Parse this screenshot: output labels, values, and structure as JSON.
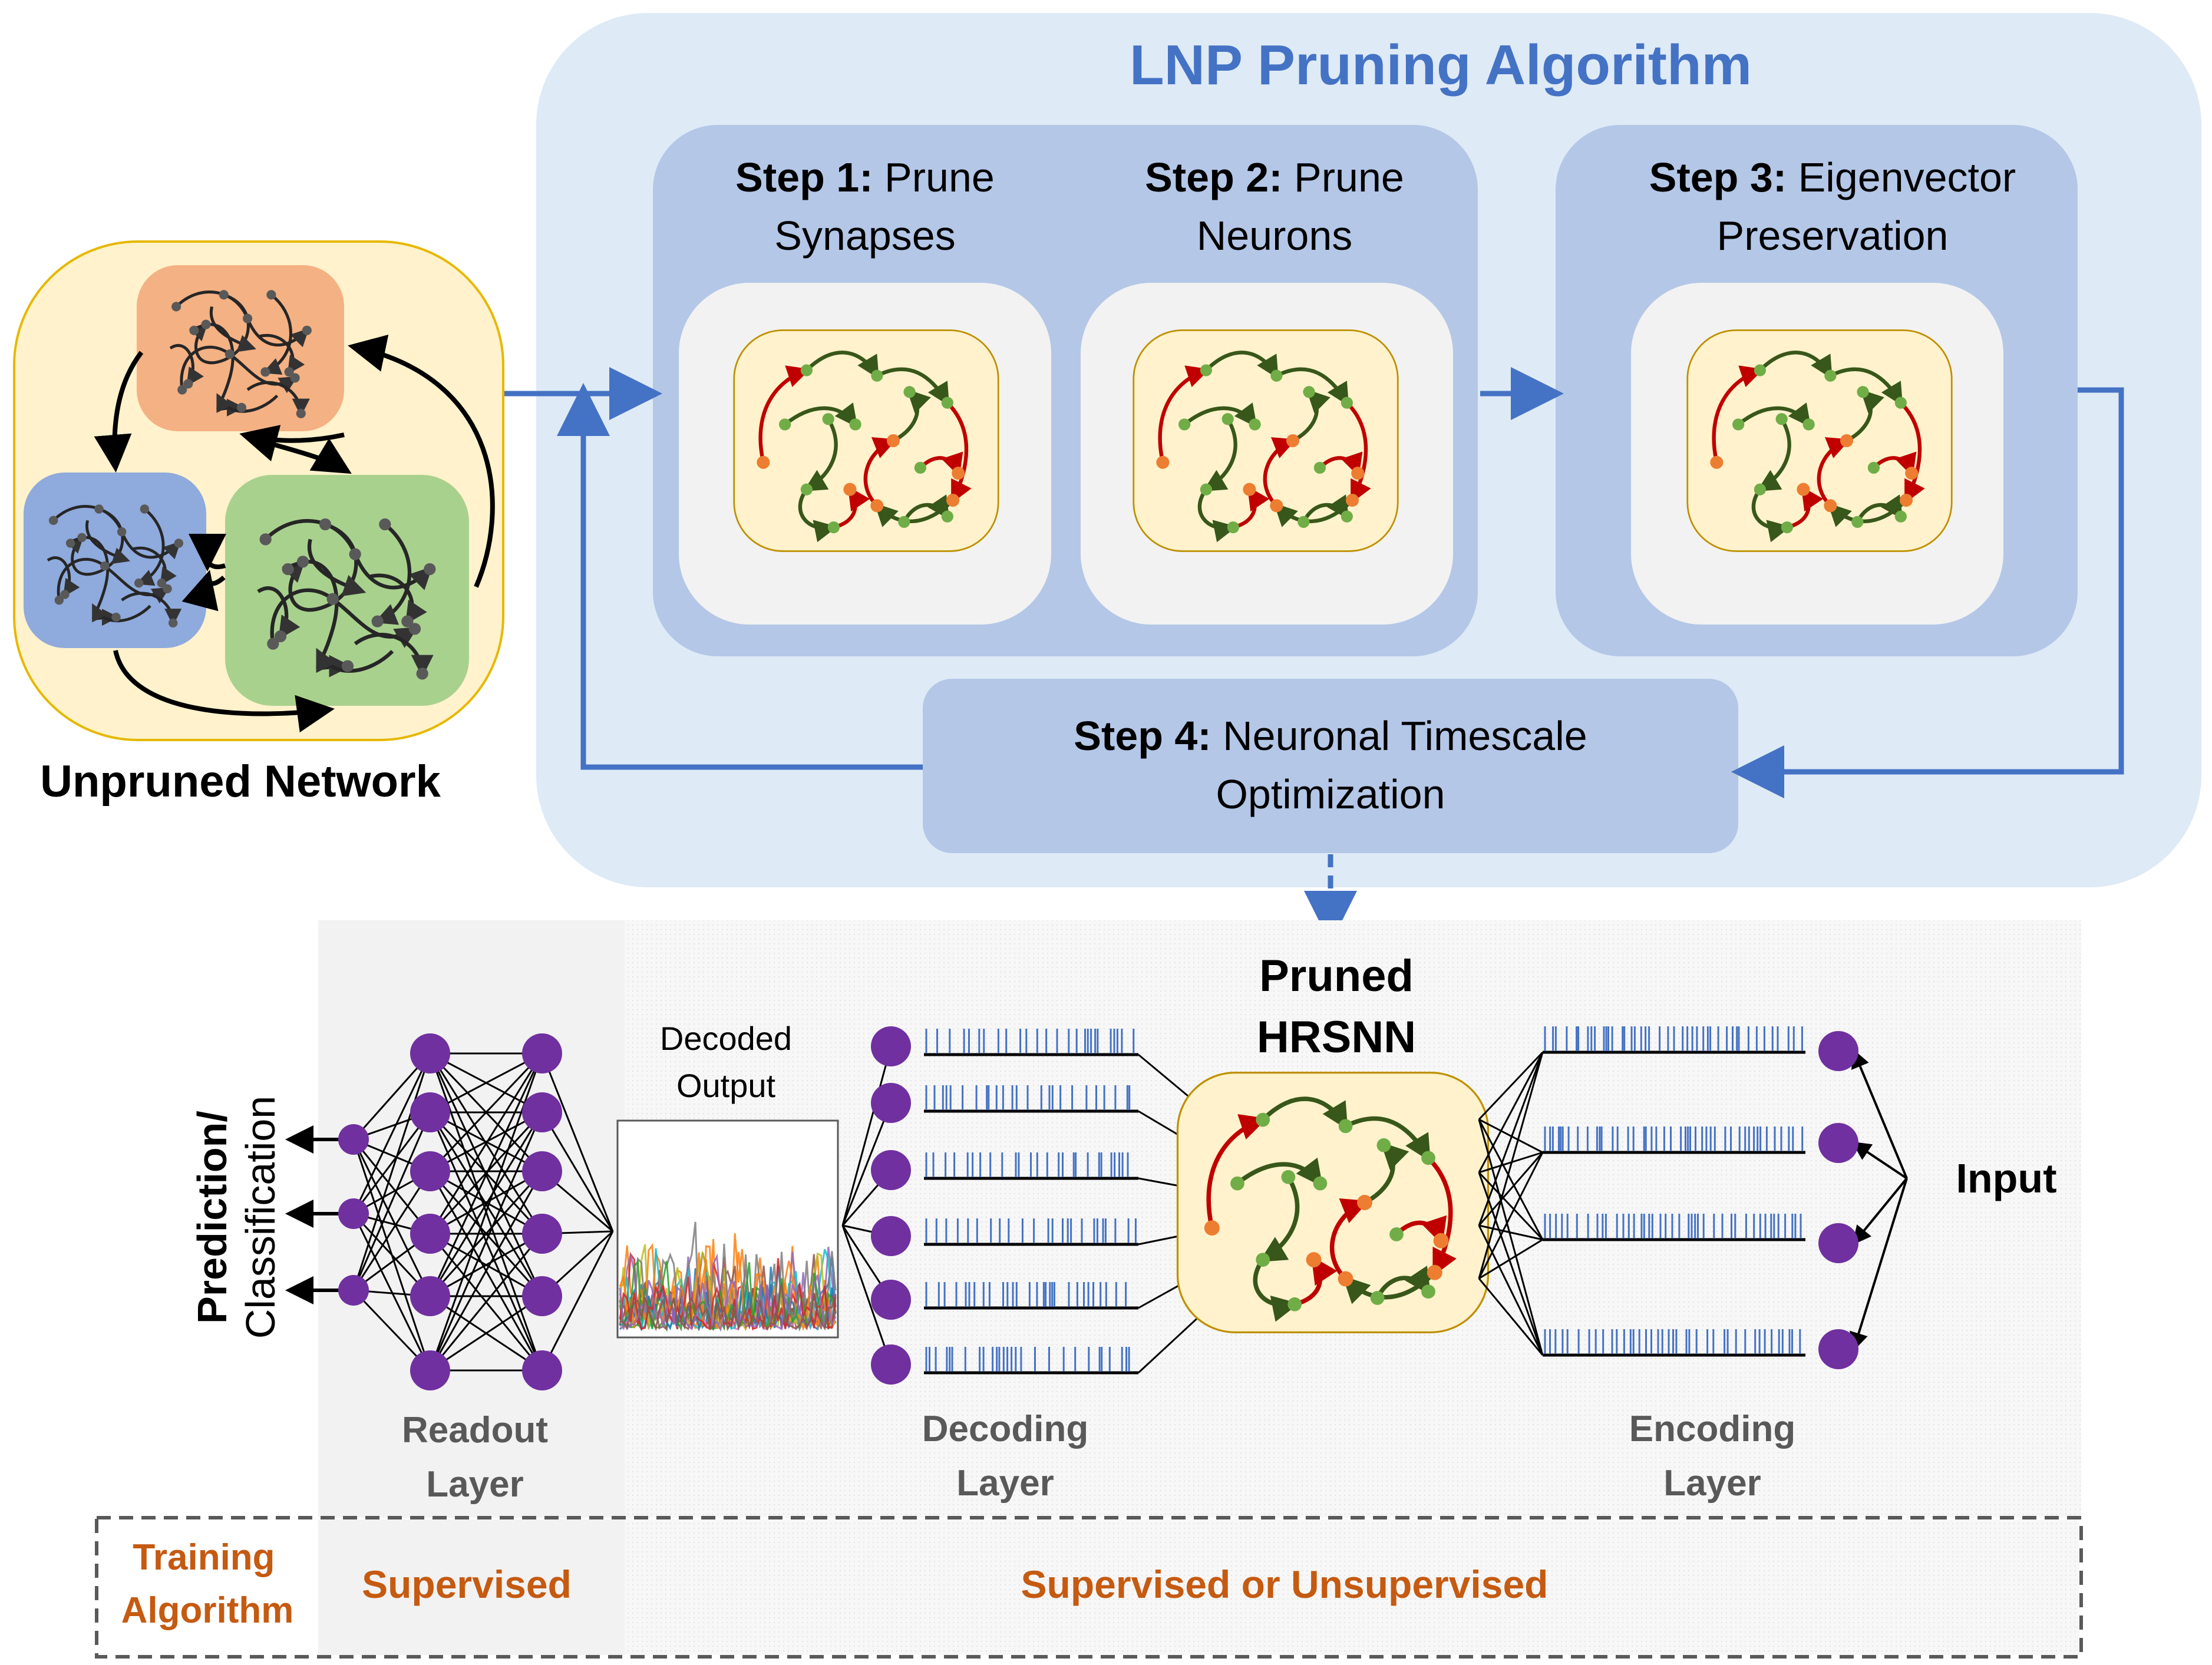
{
  "lnp_box": {
    "title": "LNP Pruning Algorithm"
  },
  "unpruned": {
    "label": "Unpruned Network"
  },
  "steps": [
    {
      "bold": "Step 1:",
      "line1_rest": " Prune",
      "line2": "Synapses"
    },
    {
      "bold": "Step 2:",
      "line1_rest": " Prune",
      "line2": "Neurons"
    },
    {
      "bold": "Step 3:",
      "line1_rest": " Eigenvector",
      "line2": "Preservation"
    },
    {
      "bold": "Step 4:",
      "line1_rest": " Neuronal Timescale",
      "line2": "Optimization"
    }
  ],
  "pruned": {
    "line1": "Pruned",
    "line2": "HRSNN"
  },
  "decoded_output": {
    "line1": "Decoded",
    "line2": "Output"
  },
  "prediction": {
    "line1": "Prediction/",
    "line2": "Classification"
  },
  "input_label": "Input",
  "layers": {
    "readout": {
      "line1": "Readout",
      "line2": "Layer"
    },
    "decoding": {
      "line1": "Decoding",
      "line2": "Layer"
    },
    "encoding": {
      "line1": "Encoding",
      "line2": "Layer"
    }
  },
  "training": {
    "label_line1": "Training",
    "label_line2": "Algorithm",
    "readout": "Supervised",
    "rest": "Supervised or Unsupervised"
  },
  "colors": {
    "lnp_bg": "#deeaf6",
    "step_bg": "#b4c7e7",
    "title_blue": "#4472c4",
    "arrow_blue": "#4472c4",
    "neuron_purple": "#7030a0",
    "spike_blue": "#4472c4",
    "orange_text": "#c55a11",
    "network_yellow": "#fff2cc",
    "cluster_orange": "#f4b183",
    "cluster_blue": "#8faadc",
    "cluster_green": "#a9d18e",
    "edge_green": "#38571a",
    "edge_red": "#c00000",
    "node_green": "#70ad47",
    "node_orange": "#ed7d31"
  }
}
